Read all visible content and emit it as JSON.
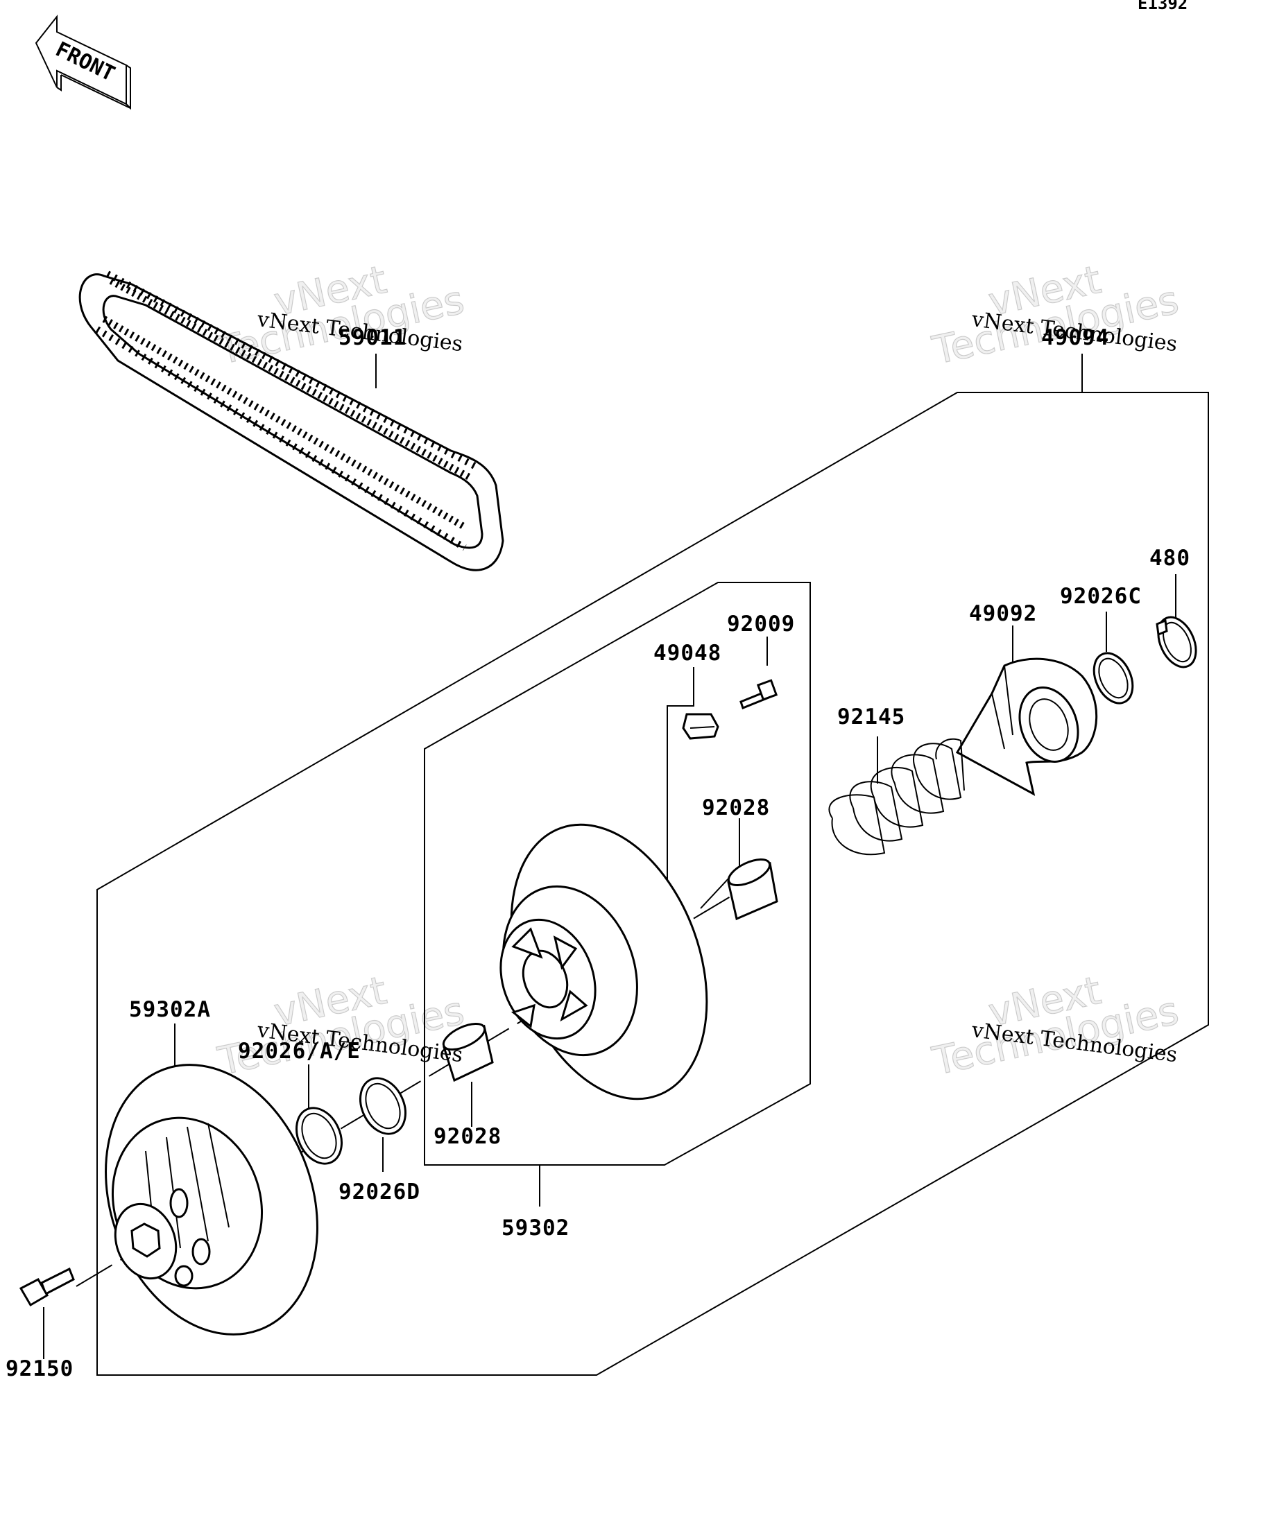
{
  "diagram_code": "E1392",
  "front_label": "FRONT",
  "watermark": {
    "line1": "vNext Technologies",
    "big1": "vNext",
    "big2": "Technologies"
  },
  "callouts": {
    "drive_belt": "59011",
    "driven_pulley_assembly": "49094",
    "cam_ring": "480",
    "washer_c": "92026C",
    "cam": "49092",
    "bolt_92009": "92009",
    "weight_49048": "49048",
    "spring": "92145",
    "bushing_upper": "92028",
    "fixed_sheave": "59302A",
    "washer_abe": "92026/A/E",
    "bushing_lower": "92028",
    "washer_d": "92026D",
    "movable_sheave": "59302",
    "flange_bolt": "92150"
  },
  "colors": {
    "line": "#000000",
    "background": "#ffffff"
  }
}
